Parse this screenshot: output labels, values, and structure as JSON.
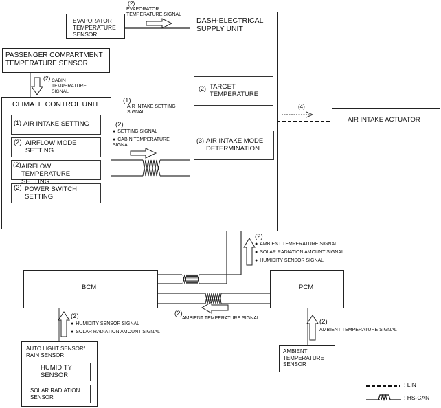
{
  "boxes": {
    "evaporator_sensor": "EVAPORATOR\nTEMPERATURE\nSENSOR",
    "passenger_sensor": "PASSENGER COMPARTMENT\nTEMPERATURE SENSOR",
    "climate_control_unit": "CLIMATE CONTROL UNIT",
    "dash_electrical": "DASH-ELECTRICAL\nSUPPLY UNIT",
    "air_intake_actuator": "AIR INTAKE ACTUATOR",
    "bcm": "BCM",
    "pcm": "PCM",
    "auto_light_sensor": "AUTO LIGHT SENSOR/\nRAIN SENSOR",
    "ambient_sensor": "AMBIENT\nTEMPERATURE\nSENSOR"
  },
  "ccu_items": [
    {
      "num": "(1)",
      "label": "AIR INTAKE SETTING"
    },
    {
      "num": "(2)",
      "label": "AIRFLOW MODE\nSETTING"
    },
    {
      "num": "(2)",
      "label": "AIRFLOW TEMPERATURE\nSETTING"
    },
    {
      "num": "(2)",
      "label": "POWER SWITCH\nSETTING"
    }
  ],
  "dash_items": [
    {
      "num": "(2)",
      "label": "TARGET\nTEMPERATURE"
    },
    {
      "num": "(3)",
      "label": "AIR INTAKE MODE\nDETERMINATION"
    }
  ],
  "alight_items": [
    "HUMIDITY\nSENSOR",
    "SOLAR RADIATION\nSENSOR"
  ],
  "signals": {
    "evap": {
      "num": "(2)",
      "label": "EVAPORATOR\nTEMPERATURE SIGNAL"
    },
    "cabin": {
      "num": "(2)",
      "label": "CABIN\nTEMPERATURE\nSIGNAL"
    },
    "ccu_num1": "(1)",
    "ccu_label1": "AIR INTAKE SETTING\nSIGNAL",
    "ccu_num2": "(2)",
    "ccu_bullets": [
      "SETTING SIGNAL",
      "CABIN TEMPERATURE\nSIGNAL"
    ],
    "actuator_num": "(4)",
    "dash_bcm_num": "(2)",
    "dash_bcm_bullets": [
      "AMBIENT TEMPERATURE SIGNAL",
      "SOLAR RADIATION AMOUNT SIGNAL",
      "HUMIDITY SENSOR SIGNAL"
    ],
    "pcm_bcm_num": "(2)",
    "pcm_bcm_label": "AMBIENT TEMPERATURE SIGNAL",
    "alight_num": "(2)",
    "alight_bullets": [
      "HUMIDITY SENSOR SIGNAL",
      "SOLAR RADIATION AMOUNT SIGNAL"
    ],
    "ambient_num": "(2)",
    "ambient_label": "AMBIENT TEMPERATURE SIGNAL"
  },
  "legend": {
    "lin": ": LIN",
    "hscan": ": HS-CAN"
  }
}
